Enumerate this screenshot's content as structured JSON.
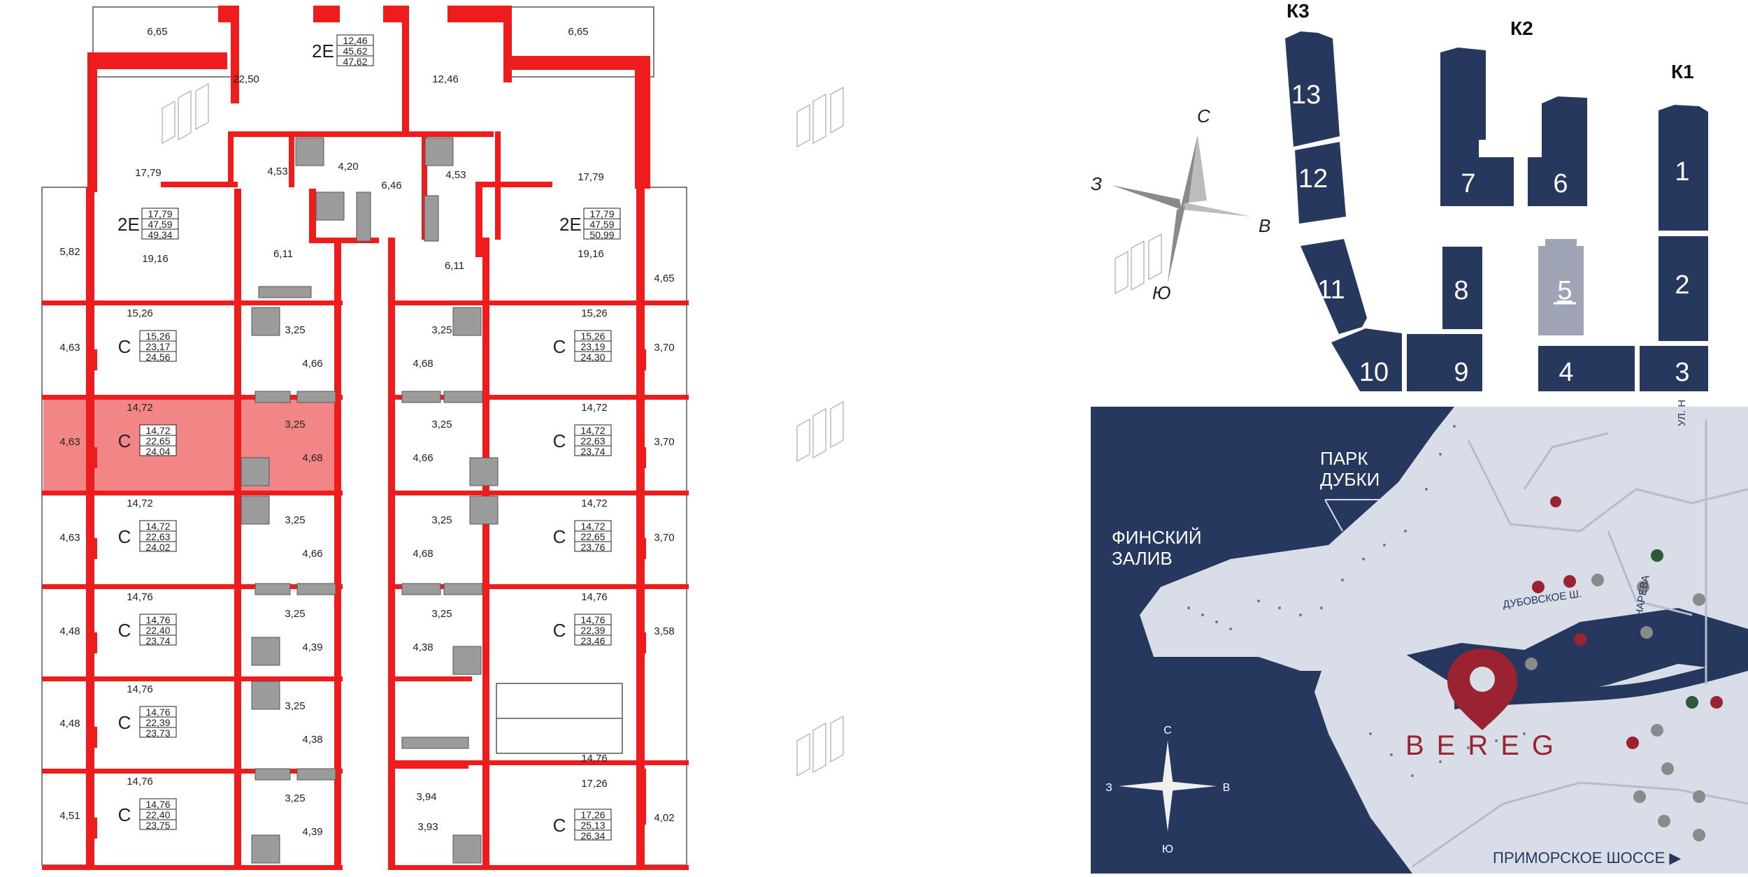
{
  "floorplan": {
    "balcony_top_left": "6,65",
    "balcony_top_right": "6,65",
    "top_unit": {
      "type": "2E",
      "v1": "12,46",
      "v2": "45,62",
      "v3": "47,62"
    },
    "room_22_50": "22,50",
    "room_12_46": "12,46",
    "bath_453_l": "4,53",
    "bath_453_r": "4,53",
    "bath_420": "4,20",
    "hall_646": "6,46",
    "room_1779_l": "17,79",
    "room_1779_r": "17,79",
    "left_2e": {
      "type": "2E",
      "v1": "17,79",
      "v2": "47,59",
      "v3": "49,34"
    },
    "right_2e": {
      "type": "2E",
      "v1": "17,79",
      "v2": "47,59",
      "v3": "50,99"
    },
    "room_1916_l": "19,16",
    "room_1916_r": "19,16",
    "hall_611_l": "6,11",
    "hall_611_r": "6,11",
    "balc_582": "5,82",
    "balc_465": "4,65",
    "left_studios": [
      {
        "area": "15,26",
        "v1": "15,26",
        "v2": "23,17",
        "v3": "24,56",
        "balc": "4,63",
        "bath": "3,25",
        "hall": "4,66"
      },
      {
        "area": "14,72",
        "v1": "14,72",
        "v2": "22,65",
        "v3": "24,04",
        "balc": "4,63",
        "bath": "3,25",
        "hall": "4,68"
      },
      {
        "area": "14,72",
        "v1": "14,72",
        "v2": "22,63",
        "v3": "24,02",
        "balc": "4,63",
        "bath": "3,25",
        "hall": "4,66"
      },
      {
        "area": "14,76",
        "v1": "14,76",
        "v2": "22,40",
        "v3": "23,74",
        "balc": "4,48",
        "bath": "3,25",
        "hall": "4,39"
      },
      {
        "area": "14,76",
        "v1": "14,76",
        "v2": "22,39",
        "v3": "23,73",
        "balc": "4,48",
        "bath": "3,25",
        "hall": "4,38"
      },
      {
        "area": "14,76",
        "v1": "14,76",
        "v2": "22,40",
        "v3": "23,75",
        "balc": "4,51",
        "bath": "3,25",
        "hall": "4,39"
      }
    ],
    "right_studios": [
      {
        "area": "15,26",
        "v1": "15,26",
        "v2": "23,19",
        "v3": "24,30",
        "balc": "3,70",
        "bath": "3,25",
        "hall": "4,68"
      },
      {
        "area": "14,72",
        "v1": "14,72",
        "v2": "22,63",
        "v3": "23,74",
        "balc": "3,70",
        "bath": "3,25",
        "hall": "4,66"
      },
      {
        "area": "14,72",
        "v1": "14,72",
        "v2": "22,65",
        "v3": "23,76",
        "balc": "3,70",
        "bath": "3,25",
        "hall": "4,68"
      },
      {
        "area": "14,76",
        "v1": "14,76",
        "v2": "22,39",
        "v3": "23,46",
        "balc": "3,58",
        "bath": "3,25",
        "hall": "4,38"
      }
    ],
    "right_last": {
      "area": "17,26",
      "v1": "17,26",
      "v2": "25,13",
      "v3": "26,34",
      "balc": "4,02",
      "hall": "3,94",
      "bath": "3,93"
    },
    "studio_letter": "C",
    "highlight_color": "#f07070",
    "wall_color": "#ee1c1c"
  },
  "compass": {
    "n": "С",
    "s": "Ю",
    "w": "З",
    "e": "В"
  },
  "masterplan": {
    "queues": {
      "k1": "К1",
      "k2": "К2",
      "k3": "К3"
    },
    "buildings": [
      "1",
      "2",
      "3",
      "4",
      "5",
      "6",
      "7",
      "8",
      "9",
      "10",
      "11",
      "12",
      "13"
    ],
    "selected_building": "5",
    "building_color": "#27385e",
    "selected_color": "#9ea4b4"
  },
  "map": {
    "park": "ПАРК\nДУБКИ",
    "bay": "ФИНСКИЙ\nЗАЛИВ",
    "street1": "ДУБОВСКОЕ Ш.",
    "street2": "УЛ. ТОНАРЕВА",
    "street3": "УЛ. Н",
    "highway": "ПРИМОРСКОЕ ШОССЕ ▶",
    "logo": "BEREG",
    "compass": {
      "n": "С",
      "s": "Ю",
      "w": "З",
      "e": "В"
    },
    "sea_color": "#27385e",
    "land_color": "#d9dde7",
    "pin_color": "#9b2231"
  }
}
